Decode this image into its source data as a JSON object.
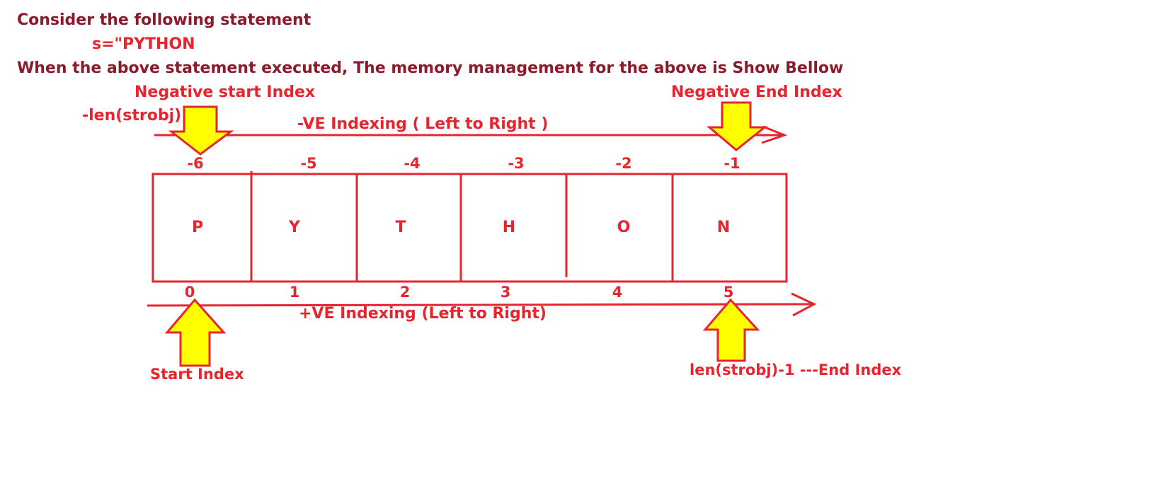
{
  "heading": {
    "line1": "Consider the following statement",
    "statement": "s=\"PYTHON",
    "line2": "When the above statement executed, The memory management for the above is Show Bellow"
  },
  "labels": {
    "neg_start": "Negative start Index",
    "neg_start_expr": "-len(strobj)",
    "neg_end": "Negative End Index",
    "neg_axis": "-VE Indexing (  Left to Right )",
    "pos_axis": "+VE Indexing (Left to Right)",
    "start": "Start Index",
    "end": "len(strobj)-1 ---End Index"
  },
  "cells": [
    "P",
    "Y",
    "T",
    "H",
    "O",
    "N"
  ],
  "negative_indices": [
    "-6",
    "-5",
    "-4",
    "-3",
    "-2",
    "-1"
  ],
  "positive_indices": [
    "0",
    "1",
    "2",
    "3",
    "4",
    "5"
  ],
  "colors": {
    "heading": "#8b1a2b",
    "accent": "#e8242f",
    "arrow_fill": "#ffff00"
  }
}
